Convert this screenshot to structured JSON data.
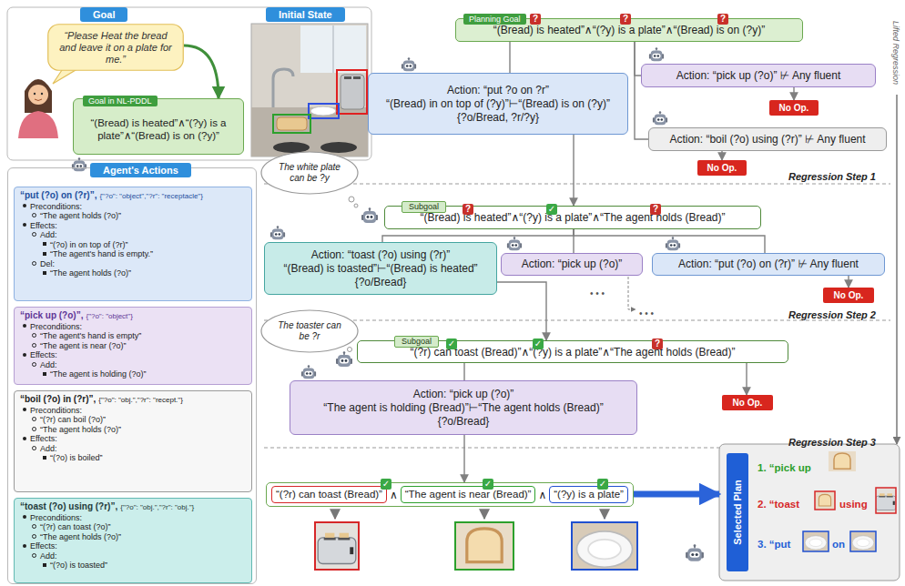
{
  "diagram": {
    "nodes": [
      {
        "text": [
          "Goal"
        ]
      },
      {
        "text": [
          "“Please Heat the bread and leave it on a plate for me.”"
        ],
        "in": 0
      },
      {
        "text": [
          "Goal in NL-PDDL",
          "“(Bread) is heated”∧“(?y) is a plate”∧“(Bread) is on (?y)”"
        ],
        "in": 0
      },
      {
        "text": [
          "Initial State"
        ]
      },
      {
        "text": [
          "Agent's Actions"
        ]
      },
      {
        "text": [
          "“put (?o) on (?r)”,",
          "{\"?o\": \"object\",\"?r\": \"receptacle\"}",
          "Preconditions:",
          "“The agent holds (?o)”",
          "Effects:",
          "Add:",
          "“(?o) in on top of (?r)”",
          "“The agent's hand is empty.”",
          "Del:",
          "“The agent holds (?o)”"
        ],
        "in": 4
      },
      {
        "text": [
          "“pick up (?o)”,",
          "{\"?o\": \"object\"}",
          "Preconditions:",
          "“The agent's hand is empty”",
          "“The agent is near (?o)”",
          "Effects:",
          "Add:",
          "“The agent is holding (?o)”"
        ],
        "in": 4
      },
      {
        "text": [
          "“boil (?o) in (?r)”,",
          "{\"?o\": \"obj.\",\"?r\": \"recept.\"}",
          "Preconditions:",
          "“(?r) can boil (?o)”",
          "“The agent holds (?o)”",
          "Effects:",
          "Add:",
          "“(?o) is boiled”"
        ],
        "in": 4
      },
      {
        "text": [
          "“toast (?o) using (?r)”,",
          "{\"?o\": \"obj.\",\"?r\": \"obj.\"}",
          "Preconditions:",
          "“(?r) can toast (?o)”",
          "“The agent holds (?o)”",
          "Effects:",
          "Add:",
          "“(?o) is toasted”"
        ],
        "in": 4
      },
      {
        "text": [
          "Planning Goal",
          "“(Bread) is heated”∧“(?y) is a plate”∧“(Bread) is on (?y)”"
        ]
      },
      {
        "text": [
          "Action: “put ?o on ?r”",
          "“(Bread) in on top of (?y)”⊢“(Bread) is on (?y)”",
          "{?o/Bread, ?r/?y}"
        ]
      },
      {
        "text": [
          "Action: “pick up (?o)” ⊬ Any fluent"
        ]
      },
      {
        "text": [
          "No Op."
        ]
      },
      {
        "text": [
          "Action: “boil (?o) using (?r)” ⊬ Any fluent"
        ]
      },
      {
        "text": [
          "No Op."
        ]
      },
      {
        "text": [
          "The white plate can be ?y"
        ]
      },
      {
        "text": [
          "Subgoal",
          "“(Bread) is heated”∧“(?y) is a plate”∧“The agent holds (Bread)”"
        ]
      },
      {
        "text": [
          "Action: “toast (?o) using (?r)”",
          "“(Bread) is toasted”⊢“(Bread) is heated”",
          "{?o/Bread}"
        ]
      },
      {
        "text": [
          "Action: “pick up (?o)”"
        ]
      },
      {
        "text": [
          "Action: “put (?o) on (?r)” ⊬ Any fluent"
        ]
      },
      {
        "text": [
          "No Op."
        ]
      },
      {
        "text": [
          "The toaster can be ?r"
        ]
      },
      {
        "text": [
          "Subgoal",
          "“(?r) can toast (Bread)”∧“(?y) is a plate”∧“The agent holds (Bread)”"
        ]
      },
      {
        "text": [
          "Action: “pick up (?o)”",
          "“The agent is holding (Bread)”⊢“The agent holds (Bread)”",
          "{?o/Bread}"
        ]
      },
      {
        "text": [
          "No Op."
        ]
      },
      {
        "text": [
          "∧",
          "∧"
        ]
      },
      {
        "text": [
          "“(?r) can toast (Bread)”"
        ],
        "in": 25
      },
      {
        "text": [
          "“The agent is near (Bread)”"
        ],
        "in": 25
      },
      {
        "text": [
          "“(?y) is a plate”"
        ],
        "in": 25
      },
      {
        "text": [
          "Selected Plan",
          "1. “pick up",
          "2. “toast",
          "using",
          "3. “put",
          "on"
        ]
      }
    ],
    "edges": [
      {
        "from": 1,
        "to": 2,
        "arrow": "to"
      },
      {
        "from": 9,
        "to": 10,
        "arrow": "none"
      },
      {
        "from": 9,
        "to": 11,
        "arrow": "none"
      },
      {
        "from": 9,
        "to": 13,
        "arrow": "none"
      },
      {
        "from": 11,
        "to": 12,
        "arrow": "to"
      },
      {
        "from": 13,
        "to": 14,
        "arrow": "to"
      },
      {
        "from": 10,
        "to": 16,
        "arrow": "to"
      },
      {
        "from": 16,
        "to": 17,
        "arrow": "none"
      },
      {
        "from": 16,
        "to": 18,
        "arrow": "none"
      },
      {
        "from": 16,
        "to": 19,
        "arrow": "none"
      },
      {
        "from": 19,
        "to": 20,
        "arrow": "to"
      },
      {
        "from": 17,
        "to": 22,
        "arrow": "to"
      },
      {
        "from": 22,
        "to": 23,
        "arrow": "none"
      },
      {
        "from": 22,
        "to": 24,
        "arrow": "to"
      },
      {
        "from": 23,
        "to": 25,
        "arrow": "to"
      },
      {
        "from": 25,
        "to": 29,
        "arrow": "to"
      }
    ],
    "labels": [
      "?",
      "?",
      "?",
      "Lifted Regression",
      "Regression Step 1",
      "?",
      "✓",
      "?",
      "• • •",
      "• • •",
      "Regression Step 2",
      "✓",
      "✓",
      "?",
      "Regression Step 3",
      "✓",
      "✓",
      "✓"
    ]
  }
}
